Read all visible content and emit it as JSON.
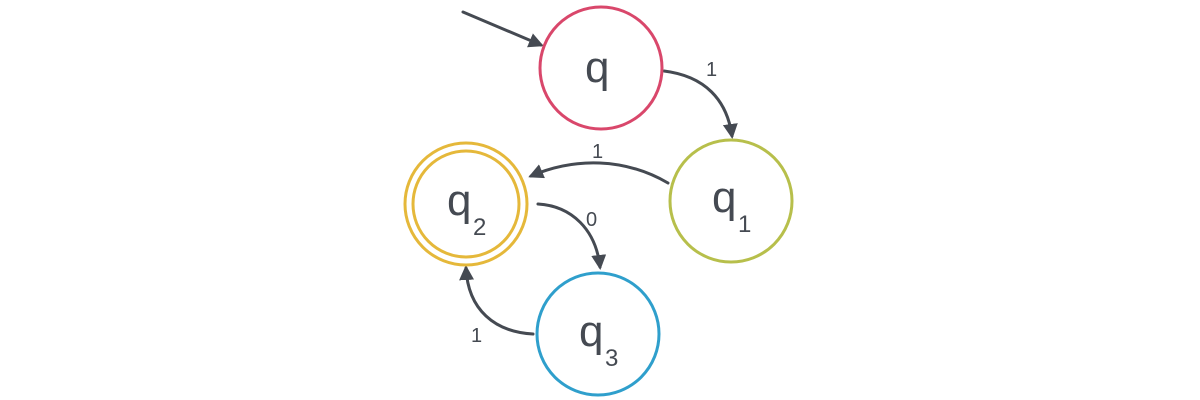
{
  "colors": {
    "ink": "#454a52",
    "q": "#d9476b",
    "q1": "#b7bf4b",
    "q2": "#e5b83a",
    "q3": "#2f9fcc"
  },
  "states": {
    "q": {
      "name": "q",
      "subscript": ""
    },
    "q1": {
      "name": "q",
      "subscript": "1"
    },
    "q2": {
      "name": "q",
      "subscript": "2",
      "accepting": true
    },
    "q3": {
      "name": "q",
      "subscript": "3"
    }
  },
  "transitions": {
    "q_to_q1": {
      "label": "1"
    },
    "q1_to_q2": {
      "label": "1"
    },
    "q2_to_q3": {
      "label": "0"
    },
    "q3_to_q2": {
      "label": "1"
    }
  },
  "start_state": "q"
}
